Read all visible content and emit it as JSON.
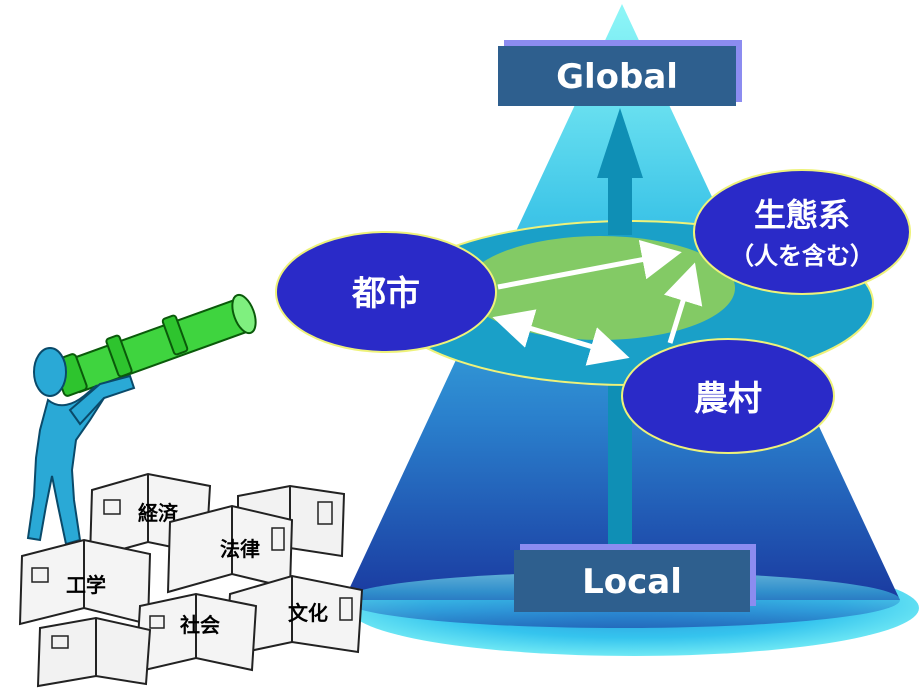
{
  "scale_labels": {
    "top": "Global",
    "bottom": "Local"
  },
  "nodes": {
    "city": "都市",
    "ecosystem": "生態系",
    "ecosystem_note": "（人を含む）",
    "village": "農村"
  },
  "books": {
    "economics": "経済",
    "law": "法律",
    "engineering": "工学",
    "society": "社会",
    "culture": "文化"
  },
  "colors": {
    "cone_top": "#7ff2f2",
    "cone_bottom": "#1a3fa8",
    "base_ellipse": "#3ad7f0",
    "plane": "#1aa0c8",
    "plane_inner": "#8fce5a",
    "node_fill": "#2a2ac8",
    "label_box": "#2e5f8e",
    "label_box_shadow": "#8c8cf0",
    "arrow": "#0f8fb5",
    "person": "#2aa9d6",
    "telescope": "#3fd43f"
  }
}
